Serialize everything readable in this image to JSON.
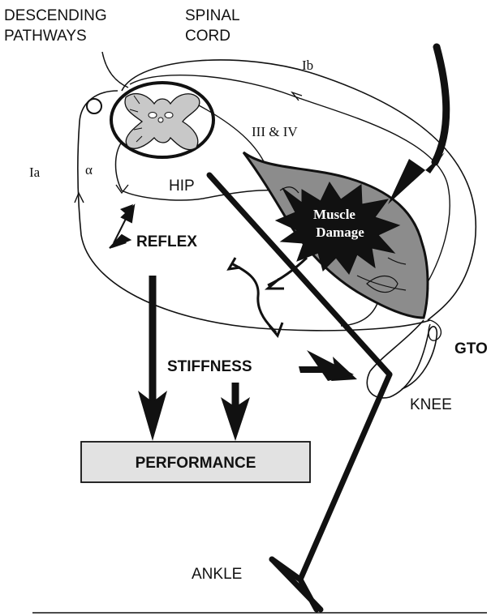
{
  "labels": {
    "descending_line1": "DESCENDING",
    "descending_line2": "PATHWAYS",
    "spinal_line1": "SPINAL",
    "spinal_line2": "CORD",
    "ib": "Ib",
    "iii_iv": "III & IV",
    "ia": "Ia",
    "alpha": "α",
    "hip": "HIP",
    "reflex": "REFLEX",
    "muscle_damage_line1": "Muscle",
    "muscle_damage_line2": "Damage",
    "stiffness": "STIFFNESS",
    "gto": "GTO",
    "knee": "KNEE",
    "performance": "PERFORMANCE",
    "ankle": "ANKLE"
  },
  "colors": {
    "ink": "#111111",
    "muscle_fill": "#8c8c8c",
    "cord_grey": "#c8c8c8",
    "performance_box": "#e2e2e2"
  }
}
